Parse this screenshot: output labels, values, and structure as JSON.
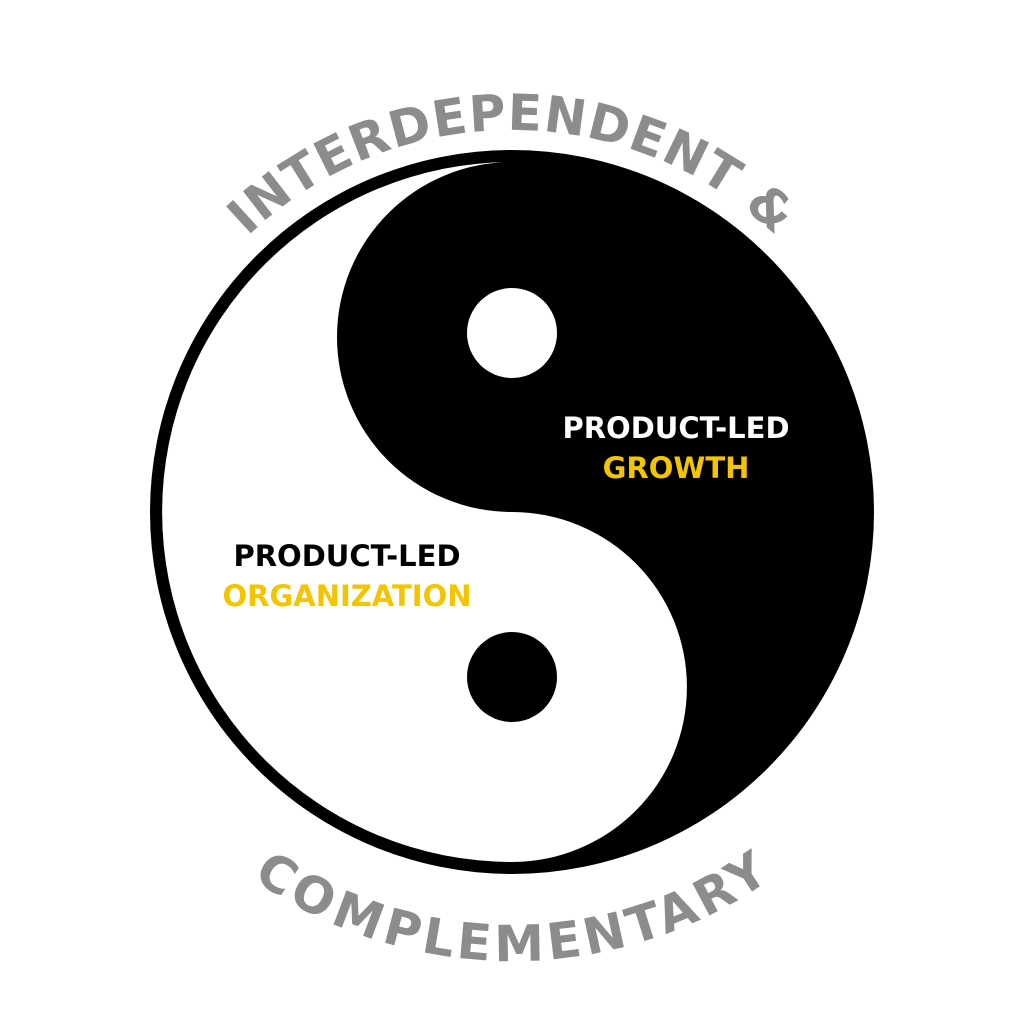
{
  "top_arc_text": "INTERDEPENDENT &",
  "bottom_arc_text": "COMPLEMENTARY",
  "dark_side": {
    "line1": "PRODUCT-LED",
    "line2": "GROWTH"
  },
  "light_side": {
    "line1": "PRODUCT-LED",
    "line2": "ORGANIZATION"
  },
  "colors": {
    "arc_text": "#8c8c8c",
    "accent": "#f2c500",
    "dark": "#000000",
    "light": "#ffffff"
  }
}
